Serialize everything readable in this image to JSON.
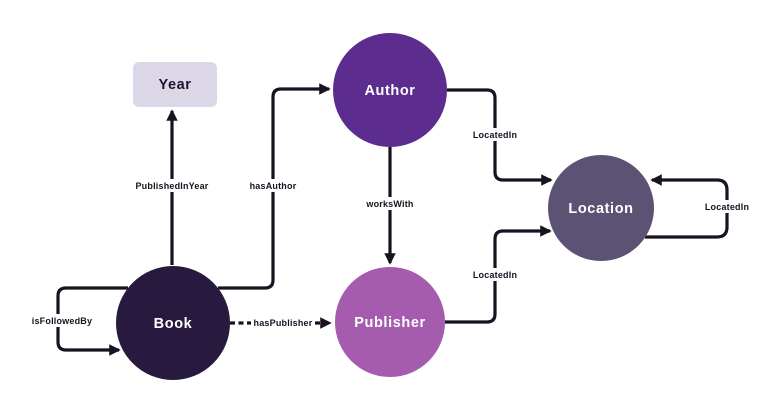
{
  "diagram": {
    "background": "#ffffff",
    "edge_color": "#171320",
    "nodes": {
      "year": {
        "label": "Year",
        "shape": "rounded-rect",
        "fill": "#dcd7e7",
        "label_color": "#1a1430"
      },
      "author": {
        "label": "Author",
        "shape": "circle",
        "fill": "#5c2d8e",
        "label_color": "#ffffff"
      },
      "location": {
        "label": "Location",
        "shape": "circle",
        "fill": "#5c5374",
        "label_color": "#ffffff"
      },
      "publisher": {
        "label": "Publisher",
        "shape": "circle",
        "fill": "#a55bae",
        "label_color": "#ffffff"
      },
      "book": {
        "label": "Book",
        "shape": "circle",
        "fill": "#271a3e",
        "label_color": "#ffffff"
      }
    },
    "edges": {
      "published_in_year": {
        "label": "PublishedInYear",
        "from": "book",
        "to": "year",
        "style": "solid"
      },
      "has_author": {
        "label": "hasAuthor",
        "from": "book",
        "to": "author",
        "style": "solid"
      },
      "works_with": {
        "label": "worksWith",
        "from": "author",
        "to": "publisher",
        "style": "solid"
      },
      "has_publisher": {
        "label": "hasPublisher",
        "from": "book",
        "to": "publisher",
        "style": "dashed"
      },
      "located_in_author": {
        "label": "LocatedIn",
        "from": "author",
        "to": "location",
        "style": "solid"
      },
      "located_in_publisher": {
        "label": "LocatedIn",
        "from": "publisher",
        "to": "location",
        "style": "solid"
      },
      "located_in_location": {
        "label": "LocatedIn",
        "from": "location",
        "to": "location",
        "style": "solid"
      },
      "is_followed_by": {
        "label": "isFollowedBy",
        "from": "book",
        "to": "book",
        "style": "solid"
      }
    }
  }
}
